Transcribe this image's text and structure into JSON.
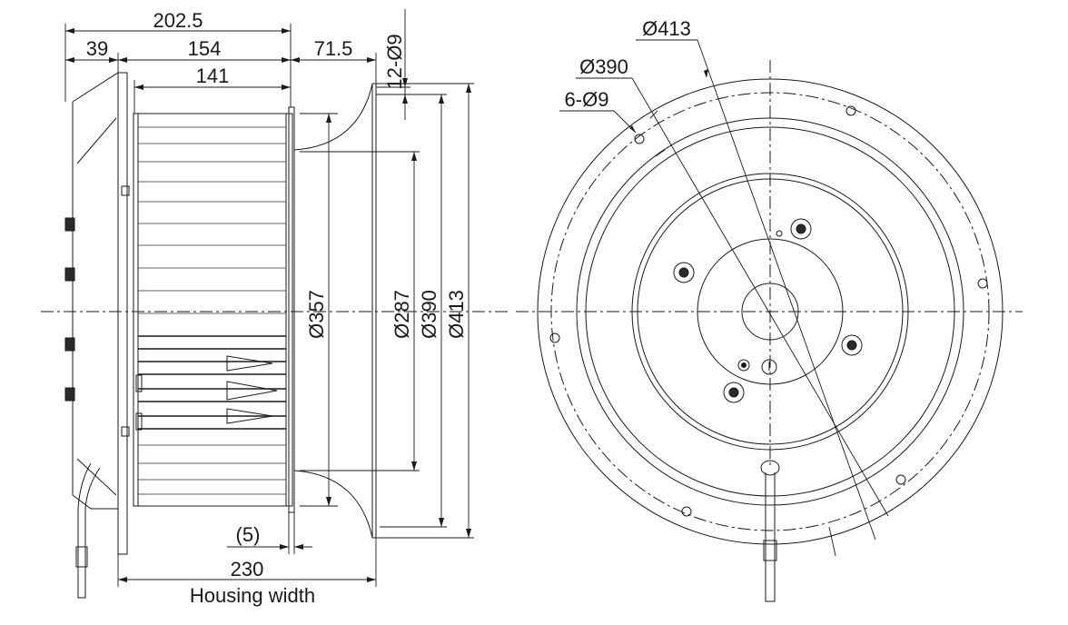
{
  "side_view": {
    "dims": {
      "overall_length": "202.5",
      "flange_offset": "39",
      "rotor_length": "154",
      "blade_length": "141",
      "inlet_length": "71.5",
      "housing_width": "230",
      "housing_width_label": "Housing width",
      "gap": "(5)",
      "mount_holes_side": "12-Ø9",
      "dia_357": "Ø357",
      "dia_287": "Ø287",
      "dia_390": "Ø390",
      "dia_413": "Ø413"
    }
  },
  "front_view": {
    "dims": {
      "dia_413": "Ø413",
      "dia_390": "Ø390",
      "mount_holes_front": "6-Ø9"
    }
  }
}
